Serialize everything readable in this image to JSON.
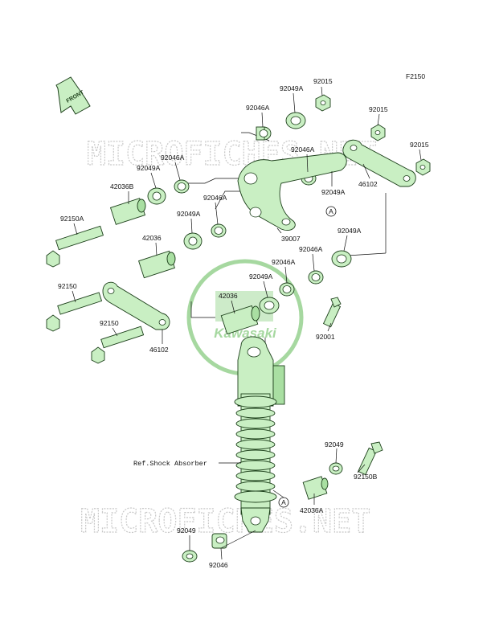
{
  "figure_code": "F2150",
  "front_label": "FRONT",
  "watermark": "MICROFICHES.NET",
  "brand": "Kawasaki",
  "ref_label": "Ref.Shock Absorber",
  "marker_a": "A",
  "labels": {
    "p92015_top": "92015",
    "p92049A_top": "92049A",
    "p92046A_top": "92046A",
    "p92015_r1": "92015",
    "p92015_r2": "92015",
    "p92046A_mid": "92046A",
    "p46102_right": "46102",
    "p92049A_mid": "92049A",
    "p92046A_left": "92046A",
    "p92049A_left": "92049A",
    "p42036B": "42036B",
    "p92046A_c": "92046A",
    "p92049A_c": "92049A",
    "p92150A": "92150A",
    "p42036_left": "42036",
    "p39007": "39007",
    "p92049A_r2": "92049A",
    "p92046A_r2": "92046A",
    "p92046A_r3": "92046A",
    "p92049A_r3": "92049A",
    "p92150": "92150",
    "p42036_c": "42036",
    "p92001": "92001",
    "p92150_2": "92150",
    "p46102_left": "46102",
    "p92049_r": "92049",
    "p92150B": "92150B",
    "p42036A": "42036A",
    "p92049_bl": "92049",
    "p92046_bl": "92046"
  },
  "colors": {
    "part_fill": "#c9efc3",
    "outline": "#1c3f1a",
    "watermark": "#c9c9c9",
    "logo": "#a6d8a0"
  }
}
